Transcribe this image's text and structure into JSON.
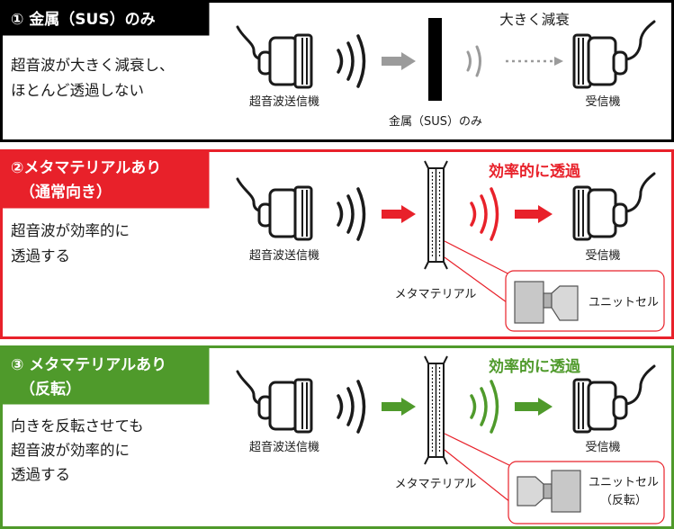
{
  "colors": {
    "black": "#000000",
    "red": "#e8212a",
    "green": "#4f9a2b",
    "gray": "#9b9b9b"
  },
  "panels": [
    {
      "id": "sus",
      "header_lines": [
        "① 金属（SUS）のみ"
      ],
      "description_lines": [
        "超音波が大きく減衰し、",
        "ほとんど透過しない"
      ],
      "transmitter_label": "超音波送信機",
      "receiver_label": "受信機",
      "barrier_label": "金属（SUS）のみ",
      "caption": "大きく減衰"
    },
    {
      "id": "meta-normal",
      "header_lines": [
        "②メタマテリアルあり",
        "（通常向き）"
      ],
      "description_lines": [
        "超音波が効率的に",
        "透過する"
      ],
      "transmitter_label": "超音波送信機",
      "receiver_label": "受信機",
      "barrier_label": "メタマテリアル",
      "caption": "効率的に透過",
      "inset_lines": [
        "ユニットセル"
      ]
    },
    {
      "id": "meta-reverse",
      "header_lines": [
        "③ メタマテリアルあり",
        "（反転）"
      ],
      "description_lines": [
        "向きを反転させても",
        "超音波が効率的に",
        "透過する"
      ],
      "transmitter_label": "超音波送信機",
      "receiver_label": "受信機",
      "barrier_label": "メタマテリアル",
      "caption": "効率的に透過",
      "inset_lines": [
        "ユニットセル",
        "（反転）"
      ]
    }
  ]
}
